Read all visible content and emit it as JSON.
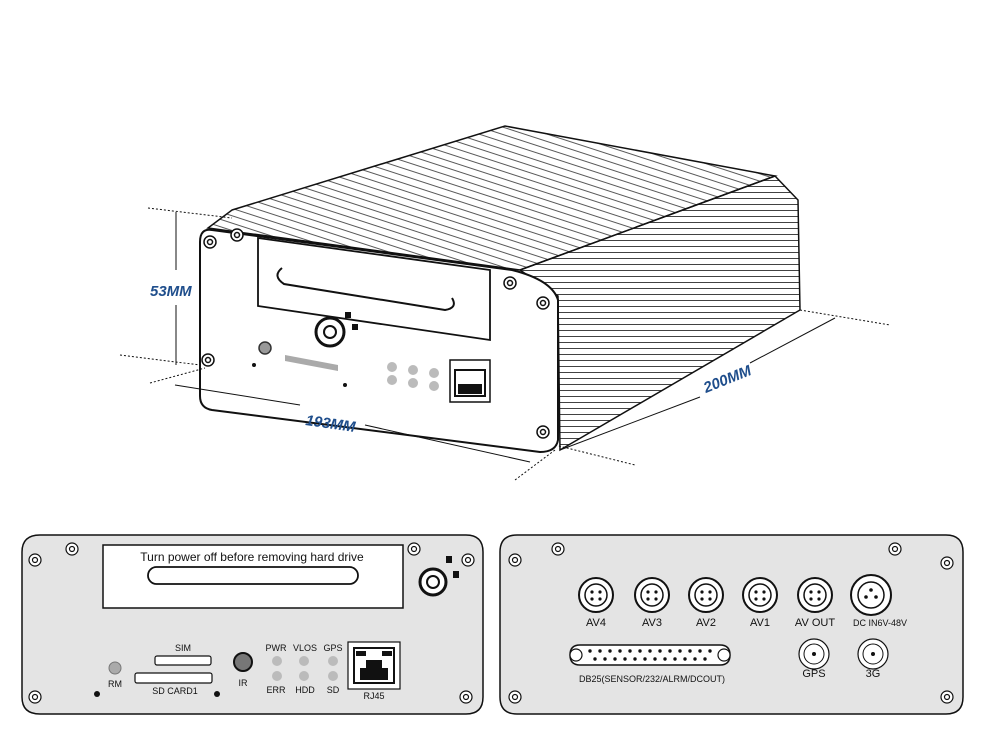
{
  "dimensions": {
    "height": "53MM",
    "width": "193MM",
    "depth": "200MM"
  },
  "front_panel": {
    "warning": "Turn power off before removing hard drive",
    "sim_label": "SIM",
    "sd_label": "SD CARD1",
    "rm_label": "RM",
    "ir_label": "IR",
    "rj45_label": "RJ45",
    "leds": {
      "top": [
        "PWR",
        "VLOS",
        "GPS"
      ],
      "bottom": [
        "ERR",
        "HDD",
        "SD"
      ]
    }
  },
  "rear_panel": {
    "av_ports": [
      "AV4",
      "AV3",
      "AV2",
      "AV1",
      "AV OUT"
    ],
    "dc_label": "DC IN6V-48V",
    "db25_label": "DB25(SENSOR/232/ALRM/DCOUT)",
    "gps_label": "GPS",
    "g3_label": "3G"
  },
  "colors": {
    "panel": "#e4e4e4",
    "dimension_text": "#1f4e8c",
    "outline": "#111111"
  }
}
